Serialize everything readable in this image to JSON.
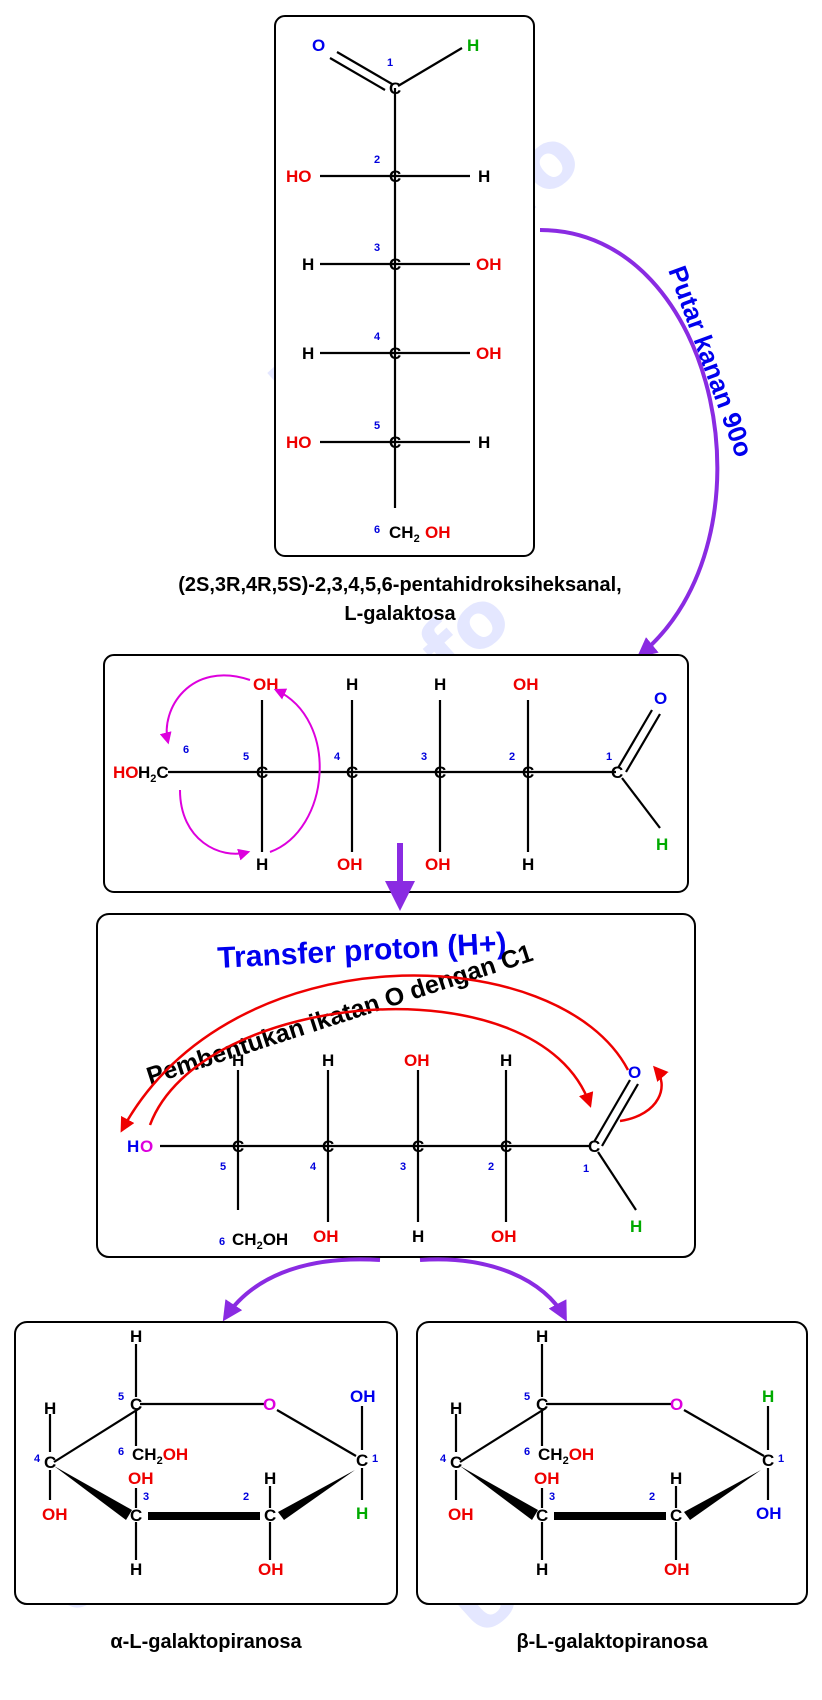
{
  "watermark": "Urip.info",
  "rotate_label": "Putar kanan 90o",
  "transfer_label": "Transfer proton (H+)",
  "bond_form_label": "Pembentukan ikatan O dengan C1",
  "caption_open_1": "(2S,3R,4R,5S)-2,3,4,5,6-pentahidroksiheksanal,",
  "caption_open_2": "L-galaktosa",
  "caption_alpha": "α-L-galaktopiranosa",
  "caption_beta": "β-L-galaktopiranosa",
  "atoms": {
    "C": "C",
    "H": "H",
    "O": "O",
    "OH": "OH",
    "HO": "HO",
    "CH2OH": "CH2OH",
    "HOH2C": "HOH2C"
  },
  "numbers": [
    "1",
    "2",
    "3",
    "4",
    "5",
    "6"
  ],
  "colors": {
    "oxygen_red": "#ee0000",
    "blue_label": "#0000ee",
    "hydrogen_green": "#00aa00",
    "mechanism_magenta": "#dd00dd",
    "arrow_purple": "#8a2be2",
    "mechanism_red": "#ee0000"
  }
}
